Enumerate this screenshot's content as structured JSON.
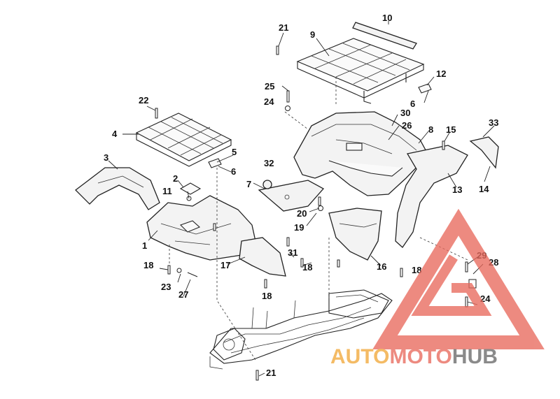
{
  "callouts": {
    "c1": "1",
    "c2": "2",
    "c3": "3",
    "c4": "4",
    "c5": "5",
    "c6a": "6",
    "c6b": "6",
    "c7": "7",
    "c8": "8",
    "c9": "9",
    "c10": "10",
    "c11": "11",
    "c12": "12",
    "c13": "13",
    "c14": "14",
    "c15": "15",
    "c16": "16",
    "c17": "17",
    "c18a": "18",
    "c18b": "18",
    "c18c": "18",
    "c18d": "18",
    "c19": "19",
    "c20": "20",
    "c21a": "21",
    "c21b": "21",
    "c22": "22",
    "c23": "23",
    "c24a": "24",
    "c24b": "24",
    "c25": "25",
    "c26": "26",
    "c27": "27",
    "c28": "28",
    "c29": "29",
    "c30": "30",
    "c31": "31",
    "c32": "32",
    "c33": "33"
  },
  "watermark": {
    "part1": "AUTO",
    "part2": "MOTO",
    "part3": "HUB",
    "color_orange": "#f2a83b",
    "color_red": "#e86a5d",
    "color_gray": "#6a6a6a"
  }
}
